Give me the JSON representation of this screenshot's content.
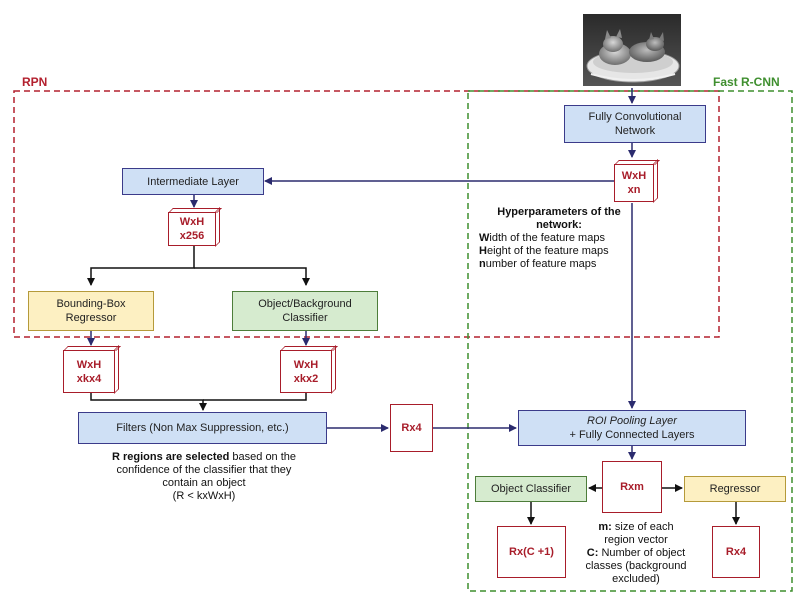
{
  "regions": {
    "rpn_label": "RPN",
    "fast_rcnn_label": "Fast R-CNN",
    "rpn_color": "#b3202e",
    "fast_rcnn_color": "#3f8f2f"
  },
  "image": {
    "icon": "kittens-photo"
  },
  "nodes": {
    "fcn_line1": "Fully Convolutional",
    "fcn_line2": "Network",
    "intermediate": "Intermediate Layer",
    "bbox_line1": "Bounding-Box",
    "bbox_line2": "Regressor",
    "objbg_line1": "Object/Background",
    "objbg_line2": "Classifier",
    "filters": "Filters (Non Max Suppression, etc.)",
    "roi_line1": "ROI Pooling Layer",
    "roi_line2": "+ Fully Connected Layers",
    "obj_classifier": "Object Classifier",
    "regressor": "Regressor"
  },
  "tensors": {
    "wxhxn_1": "WxH",
    "wxhxn_2": "xn",
    "wxh256_1": "WxH",
    "wxh256_2": "x256",
    "wxhk4_1": "WxH",
    "wxhk4_2": "xkx4",
    "wxhk2_1": "WxH",
    "wxhk2_2": "xkx2",
    "rx4_mid": "Rx4",
    "rxm": "Rxm",
    "rxc1": "Rx(C +1)",
    "rx4_out": "Rx4"
  },
  "notes": {
    "hyper_title_1": "Hyperparameters of the",
    "hyper_title_2": "network:",
    "hyper_w_bold": "W",
    "hyper_w_rest": "idth of the feature maps",
    "hyper_h_bold": "H",
    "hyper_h_rest": "eight of the feature maps",
    "hyper_n_bold": "n",
    "hyper_n_rest": "umber of feature maps",
    "rsel_bold": "R regions are selected",
    "rsel_rest1": " based on the",
    "rsel_line2": "confidence of the classifier that they",
    "rsel_line3": "contain an object",
    "rsel_line4": "(R < kxWxH)",
    "m_bold": "m:",
    "m_rest": " size of each",
    "m_line2": "region vector",
    "c_bold": "C:",
    "c_rest": " Number of object",
    "c_line2": "classes (background",
    "c_line3": "excluded)"
  }
}
